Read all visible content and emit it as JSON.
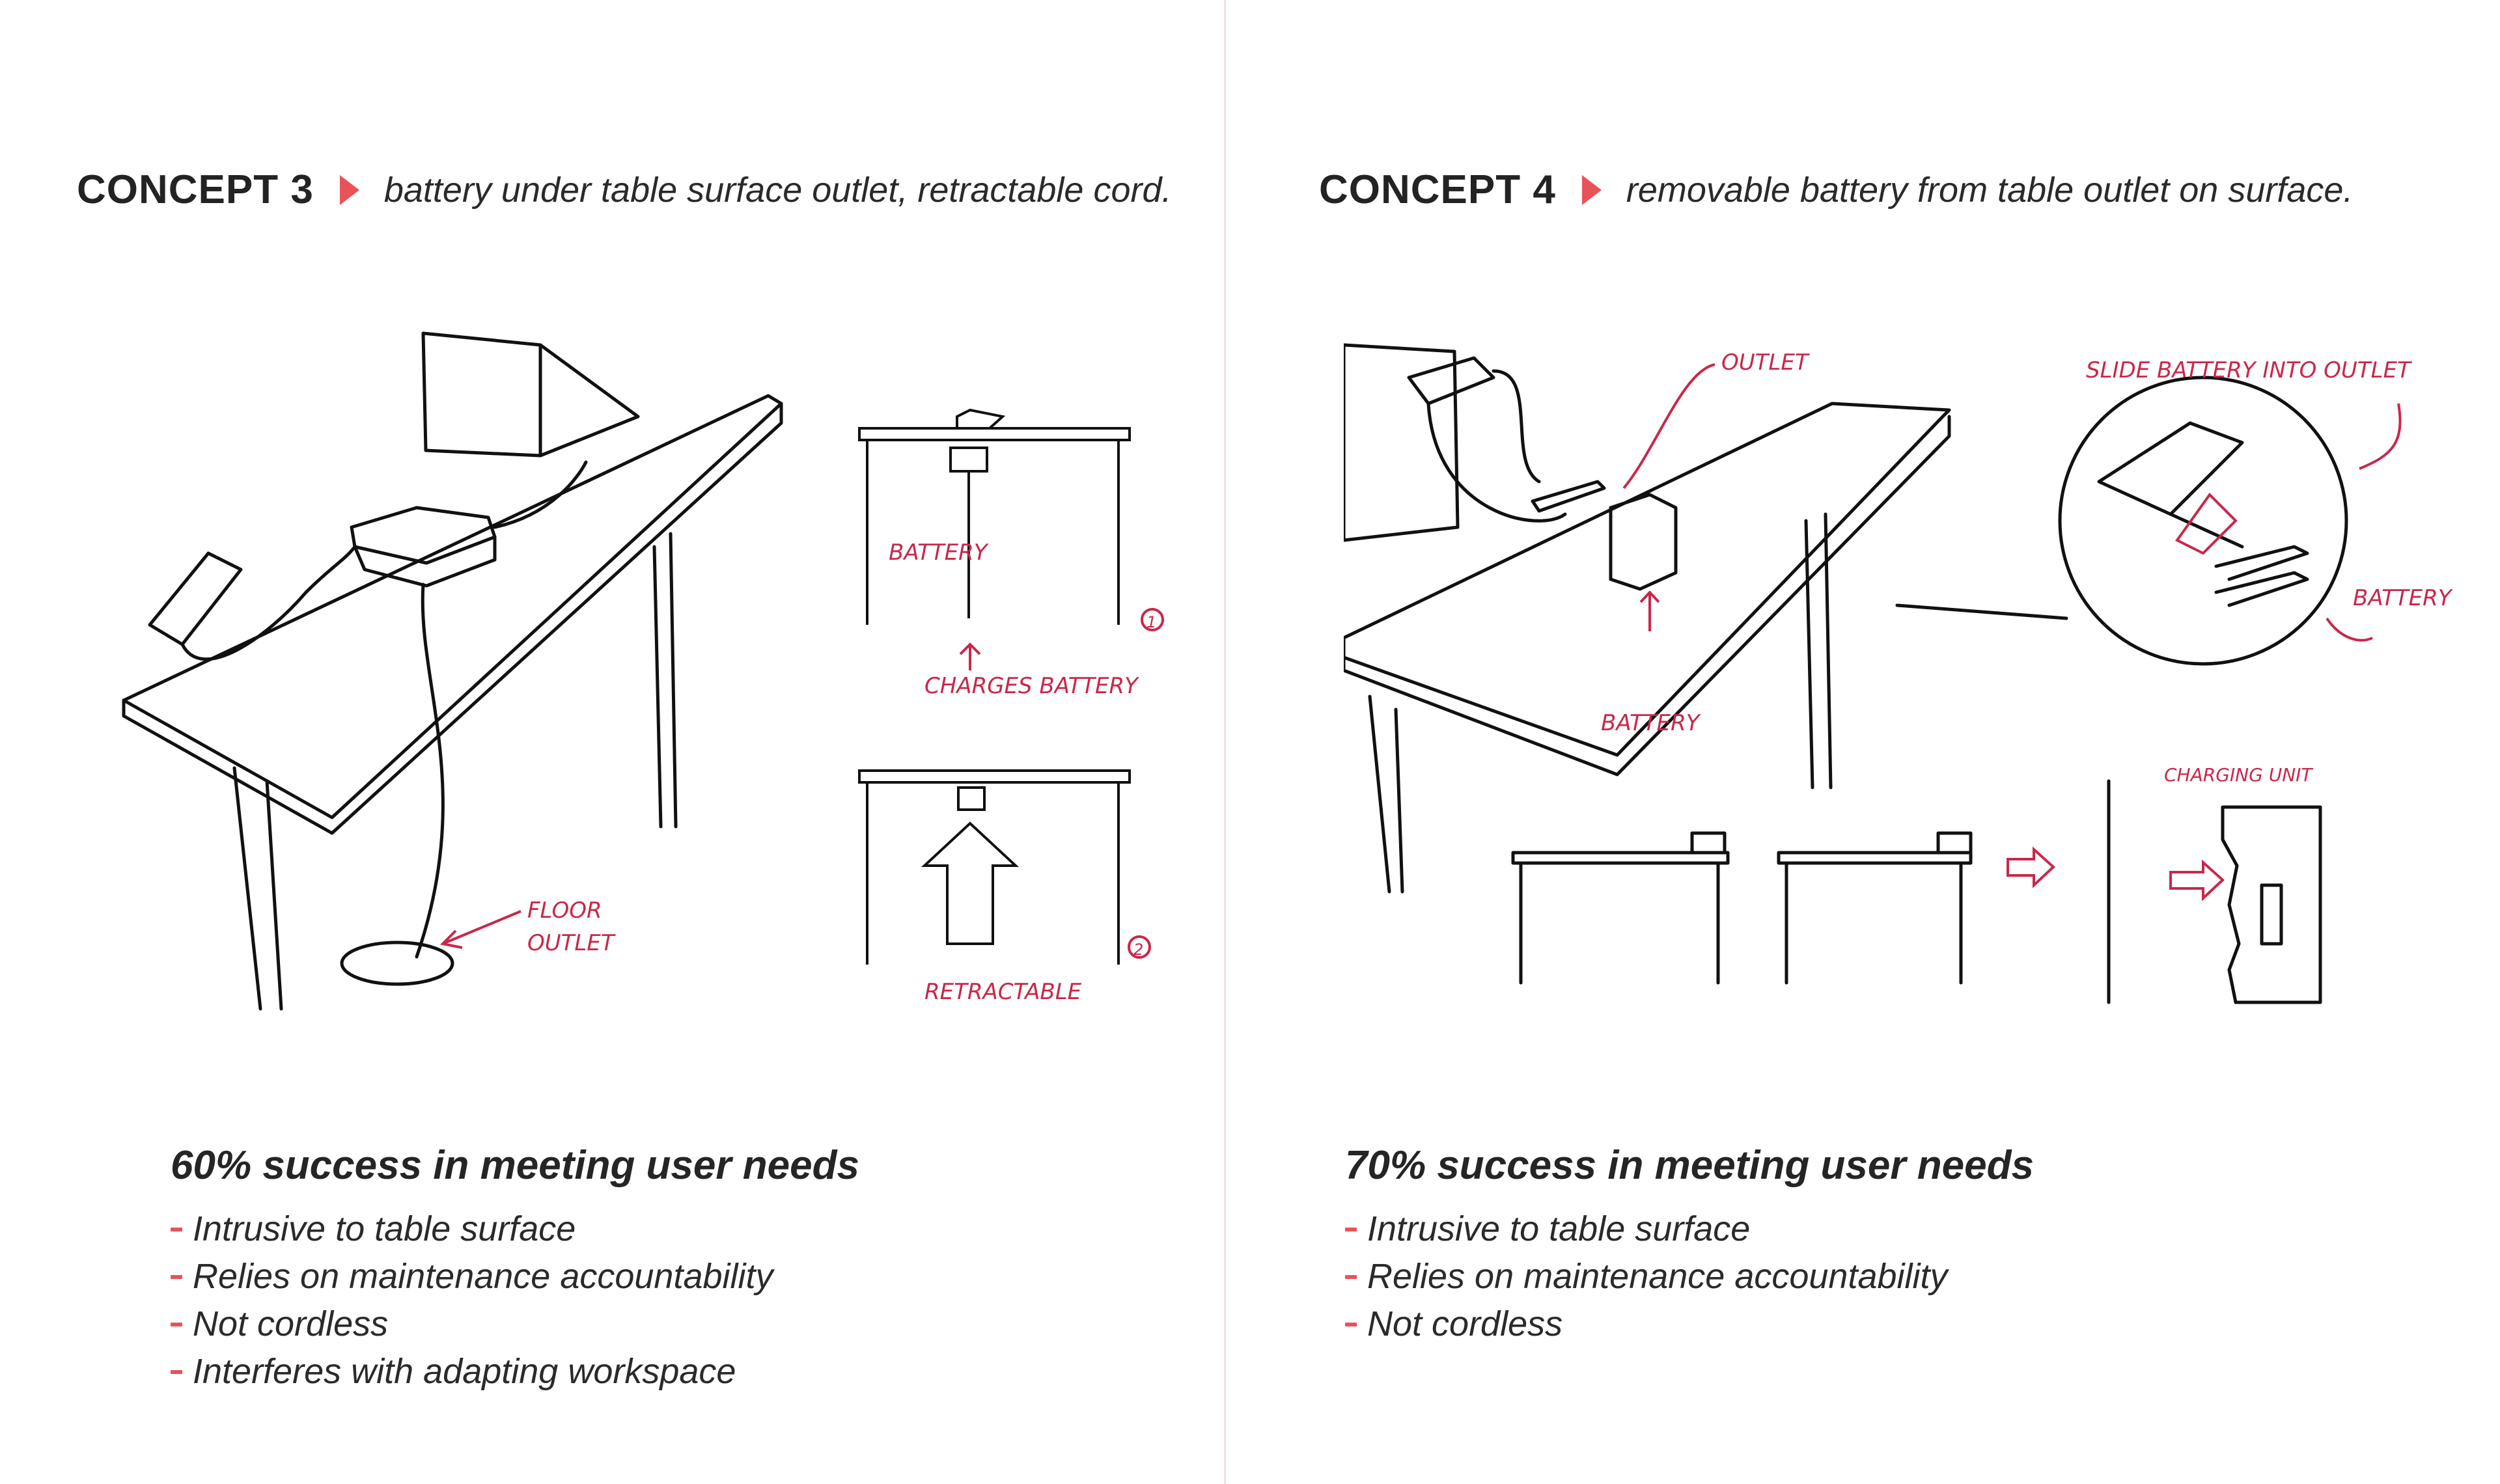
{
  "colors": {
    "accent": "#e8535a",
    "sketch_annotation": "#c9274a",
    "divider": "#f1dede"
  },
  "concepts": [
    {
      "label": "CONCEPT 3",
      "description": "battery under table surface outlet, retractable cord.",
      "annotations": {
        "floor_outlet_1": "FLOOR",
        "floor_outlet_2": "OUTLET",
        "battery": "BATTERY",
        "charges_battery": "CHARGES BATTERY",
        "retractable": "RETRACTABLE",
        "step_1": "1",
        "step_2": "2"
      },
      "summary_title": "60% success in meeting user needs",
      "bullets": [
        "Intrusive to table surface",
        "Relies on maintenance accountability",
        "Not cordless",
        "Interferes with adapting workspace"
      ]
    },
    {
      "label": "CONCEPT 4",
      "description": "removable battery from table outlet on surface.",
      "annotations": {
        "outlet": "OUTLET",
        "battery": "BATTERY",
        "slide_battery": "SLIDE BATTERY INTO OUTLET",
        "battery_detail": "BATTERY",
        "charging_unit": "CHARGING UNIT"
      },
      "summary_title": "70% success in meeting user needs",
      "bullets": [
        "Intrusive to table surface",
        "Relies on maintenance accountability",
        "Not cordless"
      ]
    }
  ]
}
